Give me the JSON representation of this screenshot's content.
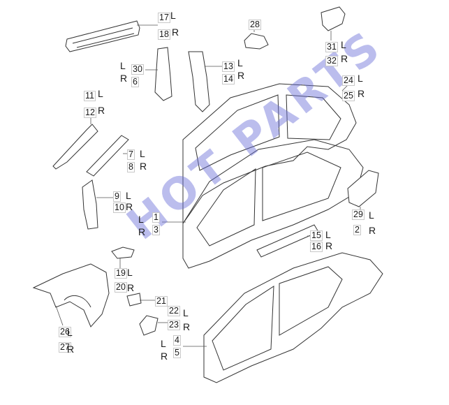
{
  "watermark": "HOT PARTS",
  "labels": [
    {
      "id": "17",
      "side": "L"
    },
    {
      "id": "18",
      "side": "R"
    },
    {
      "id": "28",
      "side": ""
    },
    {
      "id": "31",
      "side": "L"
    },
    {
      "id": "32",
      "side": "R"
    },
    {
      "id": "30",
      "side": "L"
    },
    {
      "id": "6",
      "side": "R"
    },
    {
      "id": "13",
      "side": "L"
    },
    {
      "id": "14",
      "side": "R"
    },
    {
      "id": "24",
      "side": "L"
    },
    {
      "id": "25",
      "side": "R"
    },
    {
      "id": "11",
      "side": "L"
    },
    {
      "id": "12",
      "side": "R"
    },
    {
      "id": "7",
      "side": "L"
    },
    {
      "id": "8",
      "side": "R"
    },
    {
      "id": "9",
      "side": "L"
    },
    {
      "id": "10",
      "side": "R"
    },
    {
      "id": "1",
      "side": "L"
    },
    {
      "id": "3",
      "side": "R"
    },
    {
      "id": "29",
      "side": "L"
    },
    {
      "id": "2",
      "side": "R"
    },
    {
      "id": "15",
      "side": "L"
    },
    {
      "id": "16",
      "side": "R"
    },
    {
      "id": "19",
      "side": "L"
    },
    {
      "id": "20",
      "side": "R"
    },
    {
      "id": "21",
      "side": ""
    },
    {
      "id": "22",
      "side": "L"
    },
    {
      "id": "23",
      "side": "R"
    },
    {
      "id": "4",
      "side": "L"
    },
    {
      "id": "5",
      "side": "R"
    },
    {
      "id": "26",
      "side": "L"
    },
    {
      "id": "27",
      "side": "R"
    }
  ]
}
